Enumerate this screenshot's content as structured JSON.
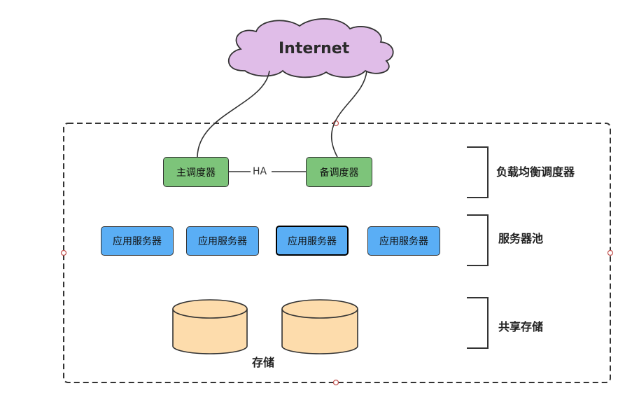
{
  "cloud": {
    "label": "Internet",
    "fill": "#e0bde8"
  },
  "dispatchers": {
    "primary": "主调度器",
    "backup": "备调度器",
    "link_label": "HA",
    "fill": "#7dc47a"
  },
  "servers": {
    "items": [
      "应用服务器",
      "应用服务器",
      "应用服务器",
      "应用服务器"
    ],
    "fill": "#5aaef5"
  },
  "storage": {
    "label": "存储",
    "fill": "#fddcac",
    "count": 2
  },
  "layers": {
    "balancer": "负载均衡调度器",
    "pool": "服务器池",
    "shared": "共享存储"
  },
  "colors": {
    "border": "#333333",
    "selection_handle": "#c0504d"
  }
}
